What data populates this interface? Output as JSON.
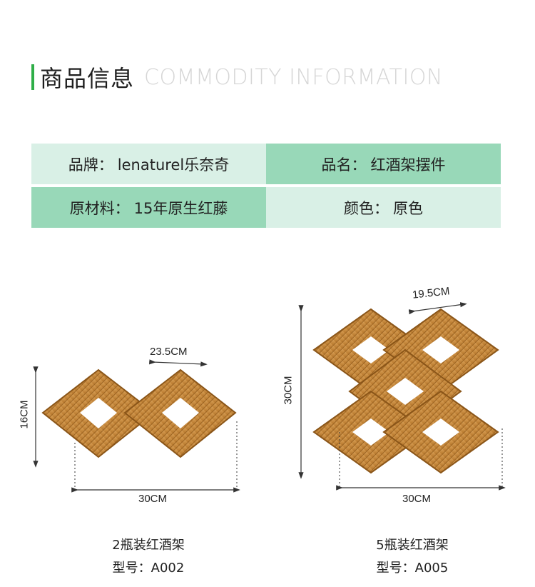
{
  "header": {
    "title_zh": "商品信息",
    "title_en": "COMMODITY INFORMATION"
  },
  "info": [
    {
      "key": "品牌：",
      "value": "lenaturel乐奈奇"
    },
    {
      "key": "品名：",
      "value": "红酒架摆件"
    },
    {
      "key": "原材料：",
      "value": "15年原生红藤"
    },
    {
      "key": "颜色：",
      "value": "原色"
    }
  ],
  "products": [
    {
      "name": "2瓶装红酒架",
      "model": "型号：A002",
      "dims": {
        "height": "16CM",
        "width": "30CM",
        "depth": "23.5CM"
      }
    },
    {
      "name": "5瓶装红酒架",
      "model": "型号：A005",
      "dims": {
        "height": "30CM",
        "width": "30CM",
        "depth": "19.5CM"
      }
    }
  ],
  "colors": {
    "accent": "#2fae48",
    "cell_light": "#d9f0e6",
    "cell_dark": "#98d8b8",
    "wood": "#c98a38"
  }
}
